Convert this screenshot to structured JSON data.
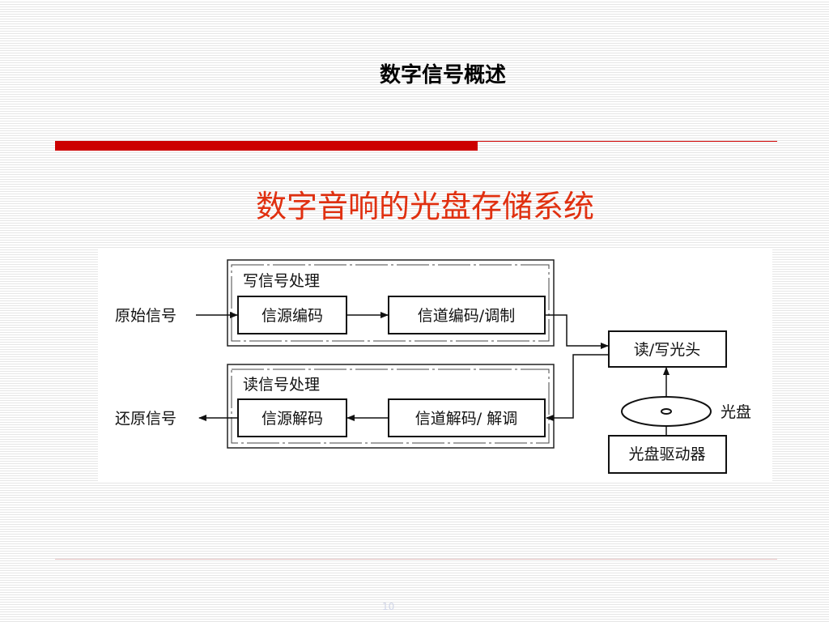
{
  "slide": {
    "title": "数字信号概述",
    "subtitle": "数字音响的光盘存储系统",
    "page_number": "10"
  },
  "diagram": {
    "write_group_label": "写信号处理",
    "read_group_label": "读信号处理",
    "original_signal": "原始信号",
    "restored_signal": "还原信号",
    "source_encoding": "信源编码",
    "channel_encoding_modulation": "信道编码/调制",
    "source_decoding": "信源解码",
    "channel_decoding_demodulation": "信道解码/ 解调",
    "read_write_head": "读/写光头",
    "disc_label": "光盘",
    "disc_drive": "光盘驱动器"
  }
}
